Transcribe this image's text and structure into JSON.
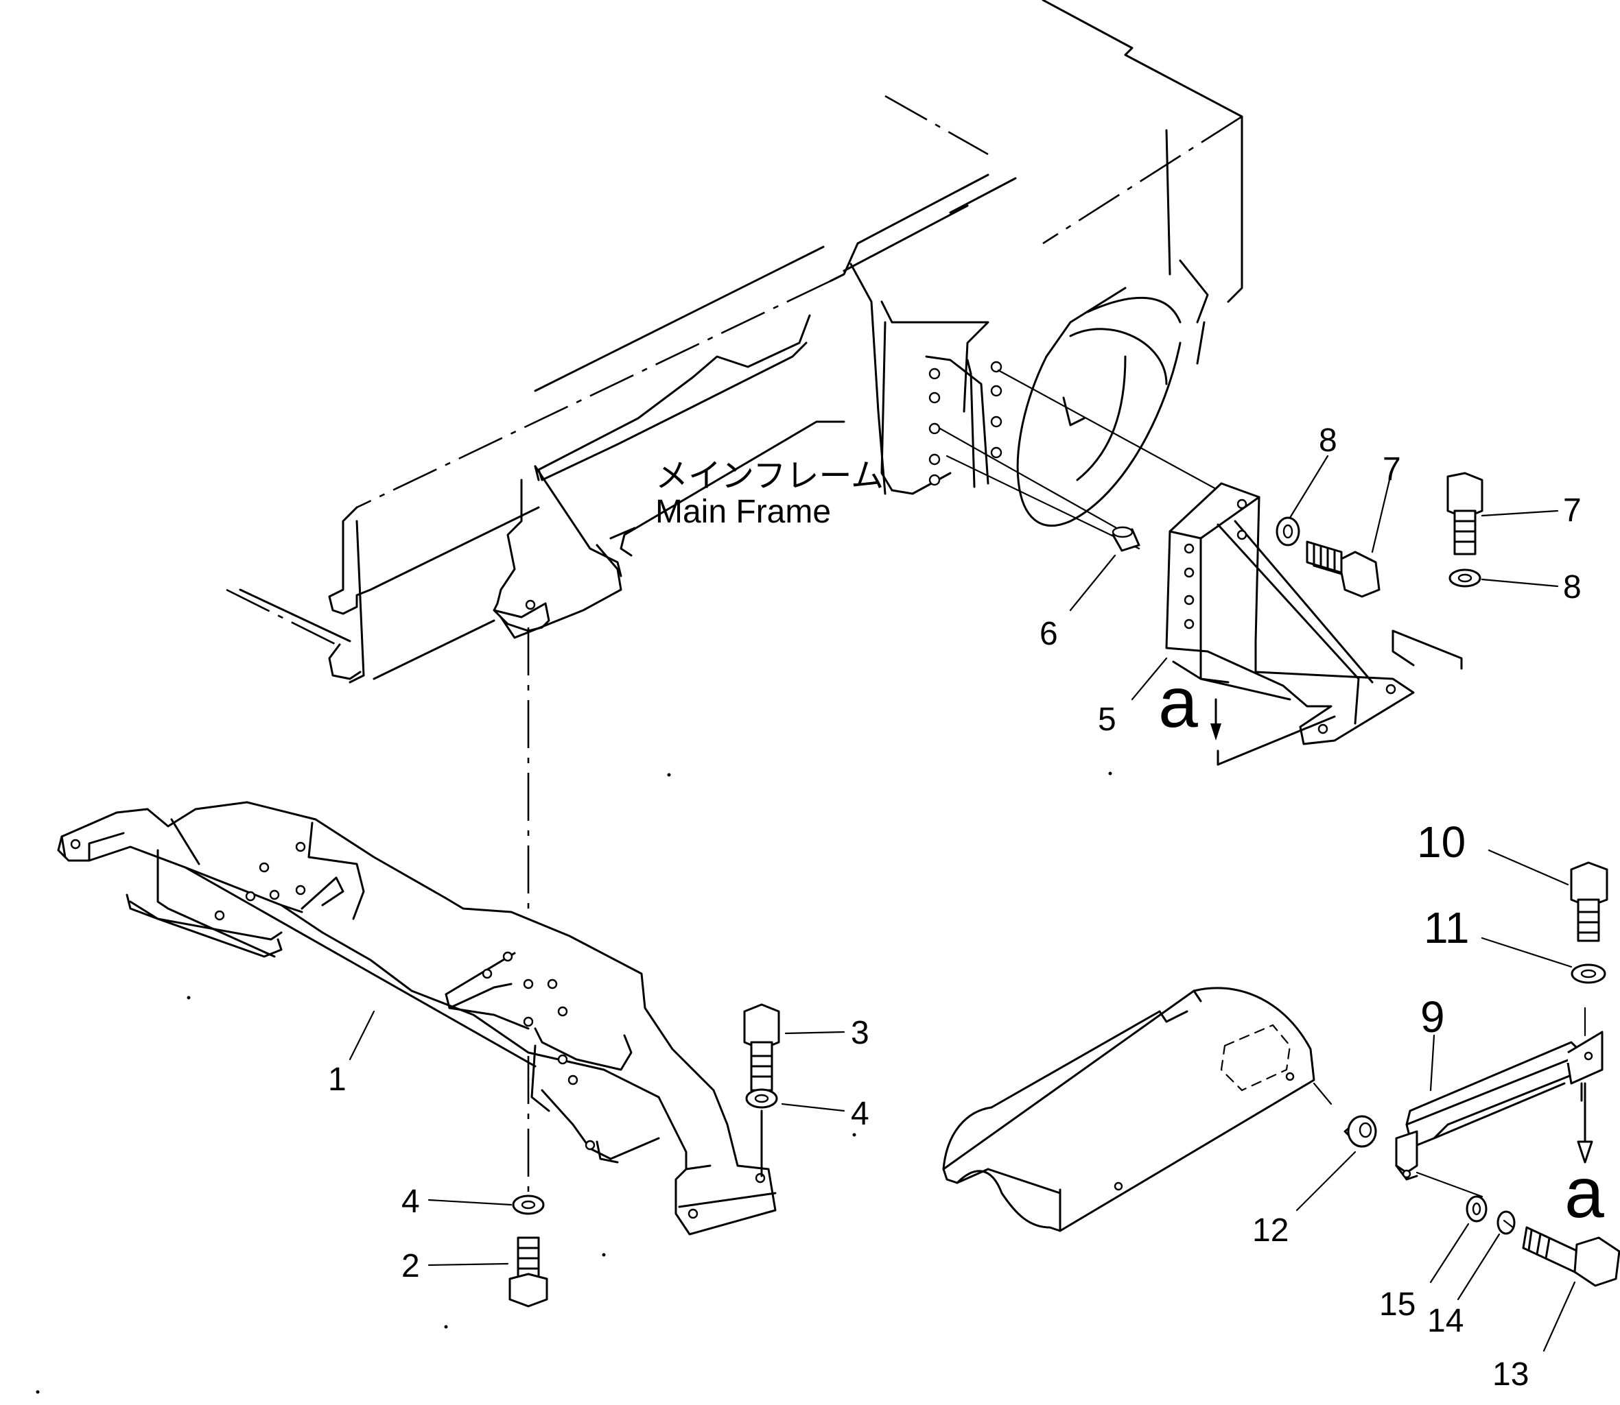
{
  "frame_label": {
    "japanese": "メインフレーム",
    "english": "Main Frame"
  },
  "callouts": [
    {
      "id": "c1",
      "text": "1"
    },
    {
      "id": "c2",
      "text": "2"
    },
    {
      "id": "c3",
      "text": "3"
    },
    {
      "id": "c4a",
      "text": "4"
    },
    {
      "id": "c4b",
      "text": "4"
    },
    {
      "id": "c5",
      "text": "5"
    },
    {
      "id": "c6",
      "text": "6"
    },
    {
      "id": "c7a",
      "text": "7"
    },
    {
      "id": "c7b",
      "text": "7"
    },
    {
      "id": "c8a",
      "text": "8"
    },
    {
      "id": "c8b",
      "text": "8"
    },
    {
      "id": "c9",
      "text": "9"
    },
    {
      "id": "c10",
      "text": "10"
    },
    {
      "id": "c11",
      "text": "11"
    },
    {
      "id": "c12",
      "text": "12"
    },
    {
      "id": "c13",
      "text": "13"
    },
    {
      "id": "c14",
      "text": "14"
    },
    {
      "id": "c15",
      "text": "15"
    }
  ],
  "view_marks": {
    "upper": "a",
    "lower": "a"
  }
}
